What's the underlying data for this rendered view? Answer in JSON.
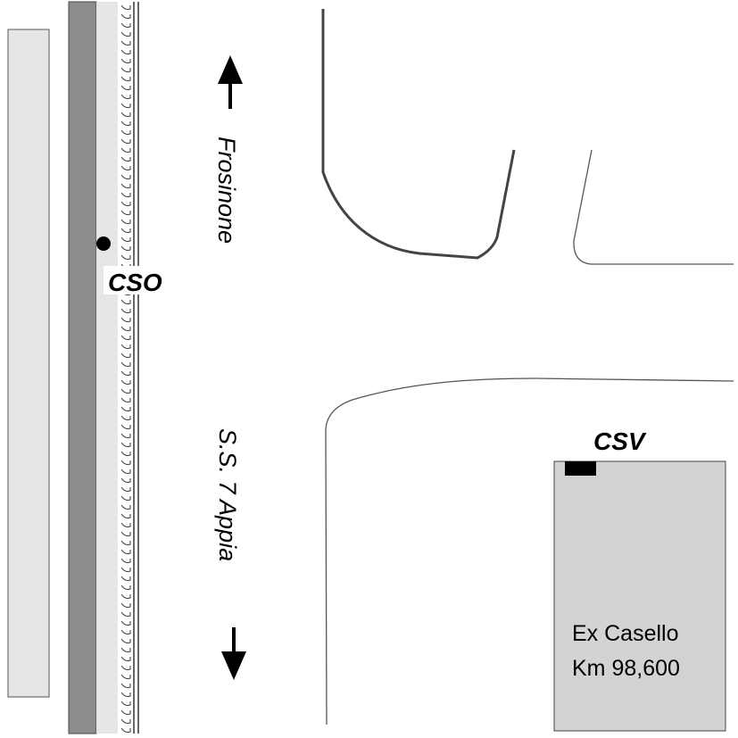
{
  "map": {
    "road_name": "S.S. 7 Appia",
    "destination": "Frosinone",
    "markers": {
      "cso": "CSO",
      "csv": "CSV"
    },
    "building": {
      "line1": "Ex Casello",
      "line2": "Km 98,600"
    },
    "colors": {
      "background": "#ffffff",
      "light_strip": "#e6e6e6",
      "dark_strip": "#8c8c8c",
      "building_fill": "#d3d3d3",
      "ink": "#000000"
    }
  }
}
